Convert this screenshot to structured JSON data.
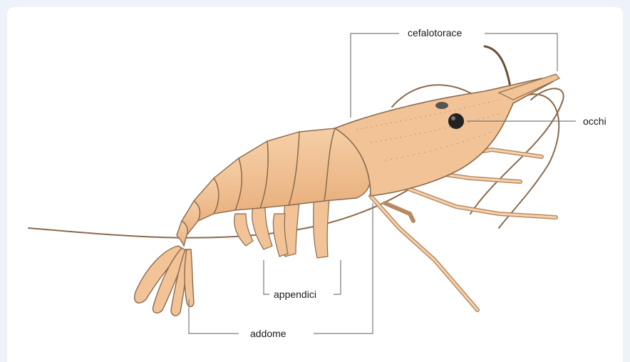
{
  "labels": {
    "cephalothorax": "cefalotorace",
    "eyes": "occhi",
    "appendages": "appendici",
    "abdomen": "addome"
  },
  "colors": {
    "body": "#f2c397",
    "body_light": "#f7d7b5",
    "outline": "#8a6a4c",
    "leader_line": "#7a7a7a",
    "eye": "#222222",
    "background": "#eef3fa"
  }
}
